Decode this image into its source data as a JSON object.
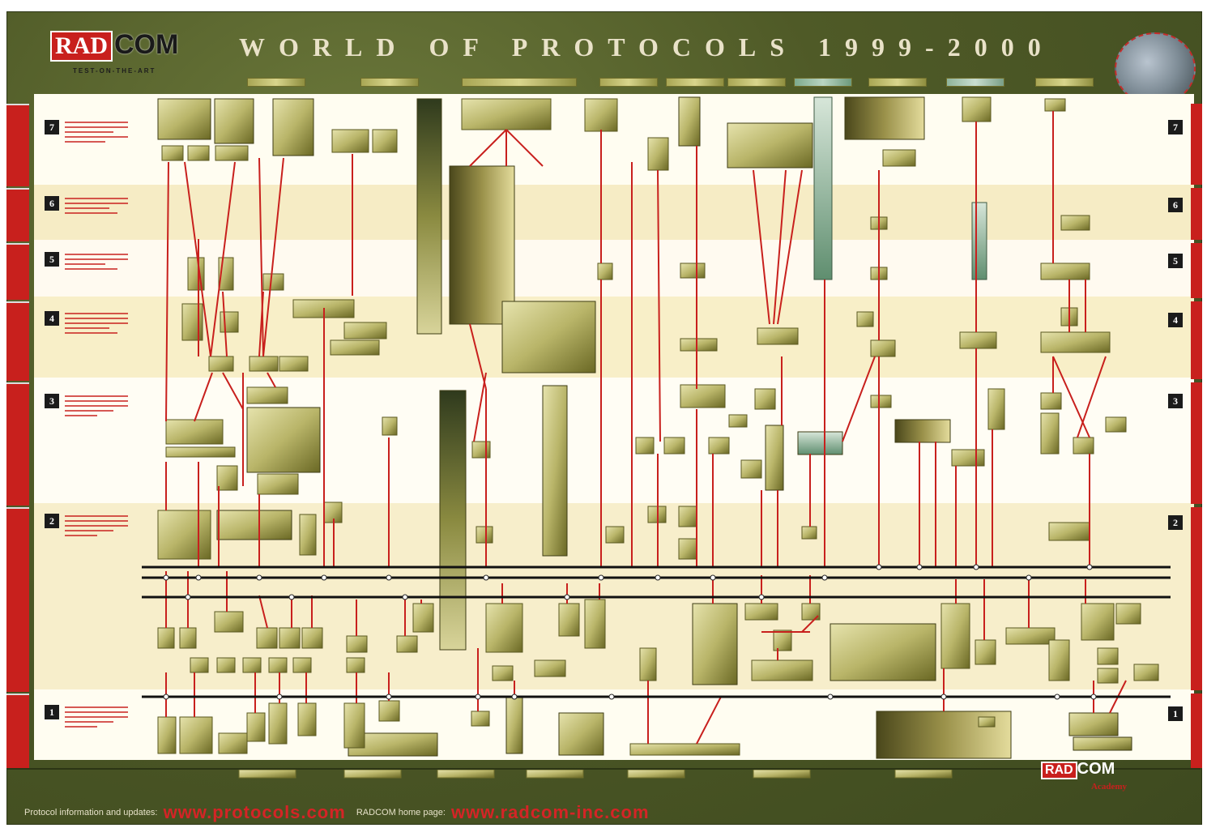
{
  "header": {
    "title": "WORLD OF PROTOCOLS 1999-2000",
    "logo_rad": "RAD",
    "logo_com": "COM",
    "logo_tagline": "TEST-ON-THE-ART"
  },
  "layers": {
    "left": [
      "7",
      "6",
      "5",
      "4",
      "3",
      "2",
      "1"
    ],
    "right": [
      "7",
      "6",
      "5",
      "4",
      "3",
      "2",
      "1"
    ]
  },
  "footer": {
    "protocol_info_label": "Protocol information and updates:",
    "protocol_url": "www.protocols.com",
    "home_label": "RADCOM home page:",
    "home_url": "www.radcom-inc.com"
  },
  "bottom_logo": {
    "rad": "RAD",
    "com": "COM",
    "academy": "Academy"
  },
  "colors": {
    "frame": "#4f5a27",
    "accent": "#c8201d",
    "block_dark": "#5c5a1e",
    "block_light": "#d8d59a",
    "line": "#c8201d"
  }
}
